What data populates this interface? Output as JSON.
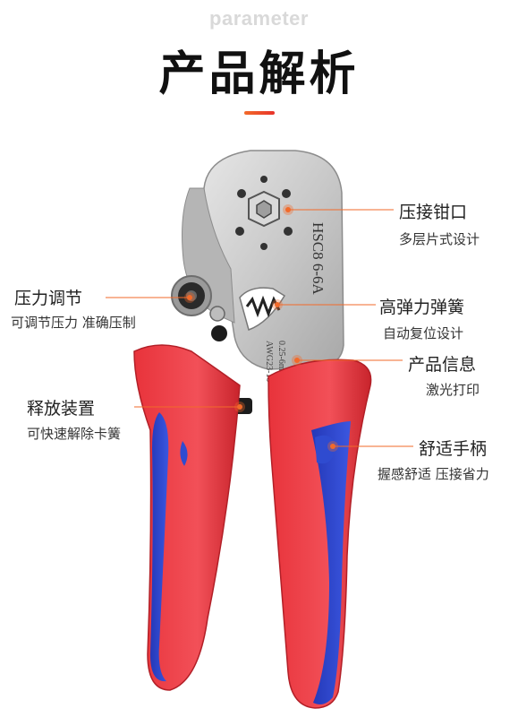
{
  "header": {
    "subtitle": "parameter",
    "title": "产品解析"
  },
  "accent_color": "#f26a2a",
  "tool_markings": {
    "model": "HSC8 6-6A",
    "range1": "0.25-6mm²",
    "range2": "AWG23-10"
  },
  "callouts": {
    "jaw": {
      "title": "压接钳口",
      "desc": "多层片式设计"
    },
    "pressure": {
      "title": "压力调节",
      "desc": "可调节压力 准确压制"
    },
    "spring": {
      "title": "高弹力弹簧",
      "desc": "自动复位设计"
    },
    "info": {
      "title": "产品信息",
      "desc": "激光打印"
    },
    "release": {
      "title": "释放装置",
      "desc": "可快速解除卡簧"
    },
    "handle": {
      "title": "舒适手柄",
      "desc": "握感舒适 压接省力"
    }
  }
}
